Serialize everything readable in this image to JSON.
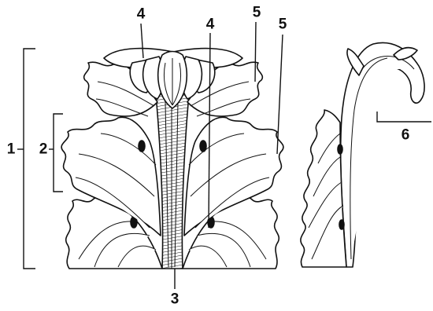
{
  "labels": {
    "l1": "1",
    "l2": "2",
    "l3": "3",
    "l4a": "4",
    "l4b": "4",
    "l5a": "5",
    "l5b": "5",
    "l6": "6"
  },
  "colors": {
    "ink": "#111111",
    "paper": "#ffffff"
  }
}
